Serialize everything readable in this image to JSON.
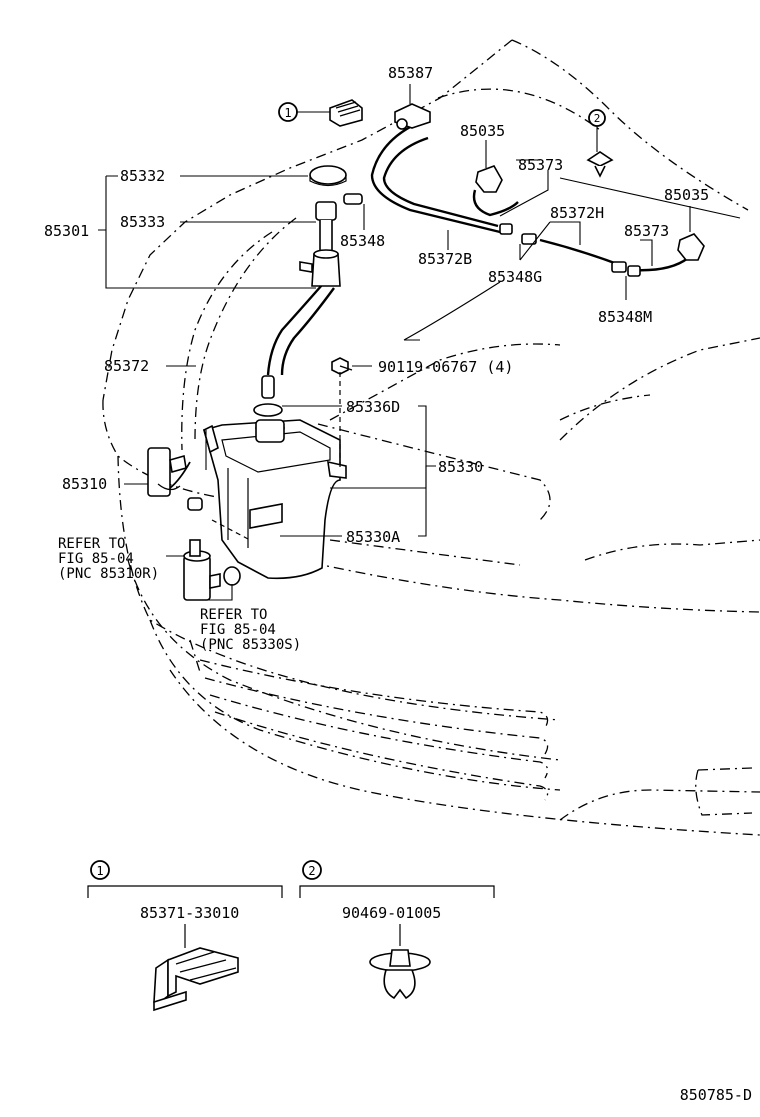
{
  "labels": {
    "p85387": "85387",
    "p85035a": "85035",
    "p85373a": "85373",
    "p85035b": "85035",
    "p85332": "85332",
    "p85301": "85301",
    "p85333": "85333",
    "p85348": "85348",
    "p85372H": "85372H",
    "p85373b": "85373",
    "p85372B": "85372B",
    "p85348G": "85348G",
    "p85348M": "85348M",
    "p85372": "85372",
    "p90119": "90119-06767 (4)",
    "p85336D": "85336D",
    "p85330": "85330",
    "p85310": "85310",
    "p85330A": "85330A",
    "ref1_line1": "REFER TO",
    "ref1_line2": "FIG 85-04",
    "ref1_line3": "(PNC 85310R)",
    "ref2_line1": "REFER TO",
    "ref2_line2": "FIG 85-04",
    "ref2_line3": "(PNC 85330S)"
  },
  "callouts": {
    "one": "1",
    "two": "2"
  },
  "detail": {
    "one_num": "1",
    "one_part": "85371-33010",
    "two_num": "2",
    "two_part": "90469-01005"
  },
  "figure_id": "850785-D"
}
